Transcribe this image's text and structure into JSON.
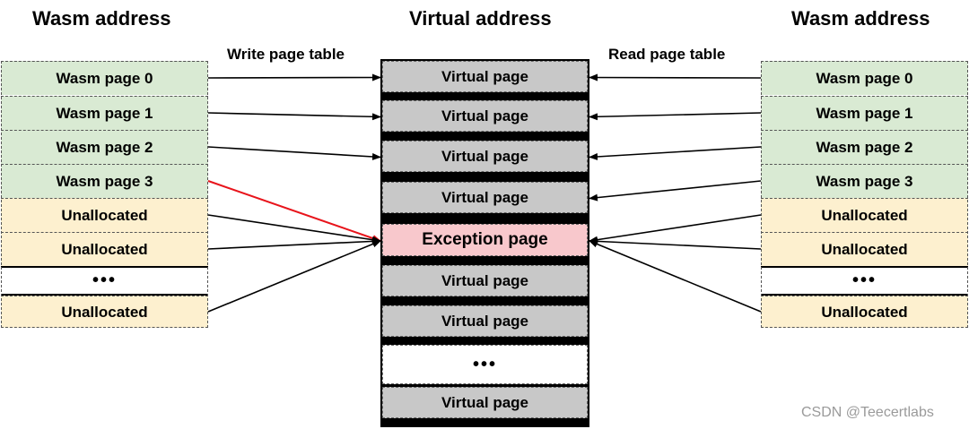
{
  "headings": {
    "left": "Wasm address",
    "middle": "Virtual address",
    "right": "Wasm address"
  },
  "edge_labels": {
    "write": "Write page table",
    "read": "Read page table"
  },
  "left_column": [
    {
      "label": "Wasm page 0",
      "kind": "alloc"
    },
    {
      "label": "Wasm page 1",
      "kind": "alloc"
    },
    {
      "label": "Wasm page 2",
      "kind": "alloc"
    },
    {
      "label": "Wasm page 3",
      "kind": "alloc"
    },
    {
      "label": "Unallocated",
      "kind": "unalloc"
    },
    {
      "label": "Unallocated",
      "kind": "unalloc"
    },
    {
      "label": "•••",
      "kind": "gap"
    },
    {
      "label": "Unallocated",
      "kind": "unalloc"
    }
  ],
  "right_column": [
    {
      "label": "Wasm page 0",
      "kind": "alloc"
    },
    {
      "label": "Wasm page 1",
      "kind": "alloc"
    },
    {
      "label": "Wasm page 2",
      "kind": "alloc"
    },
    {
      "label": "Wasm page 3",
      "kind": "alloc"
    },
    {
      "label": "Unallocated",
      "kind": "unalloc"
    },
    {
      "label": "Unallocated",
      "kind": "unalloc"
    },
    {
      "label": "•••",
      "kind": "gap"
    },
    {
      "label": "Unallocated",
      "kind": "unalloc"
    }
  ],
  "virtual_column": [
    {
      "label": "Virtual page",
      "kind": "virtual"
    },
    {
      "label": "Virtual page",
      "kind": "virtual"
    },
    {
      "label": "Virtual page",
      "kind": "virtual"
    },
    {
      "label": "Virtual page",
      "kind": "virtual"
    },
    {
      "label": "Exception page",
      "kind": "exception"
    },
    {
      "label": "Virtual page",
      "kind": "virtual"
    },
    {
      "label": "Virtual page",
      "kind": "virtual"
    },
    {
      "label": "•••",
      "kind": "vgap"
    },
    {
      "label": "Virtual page",
      "kind": "virtual"
    }
  ],
  "write_mappings": [
    {
      "from": 0,
      "to": 0,
      "color": "#000000"
    },
    {
      "from": 1,
      "to": 1,
      "color": "#000000"
    },
    {
      "from": 2,
      "to": 2,
      "color": "#000000"
    },
    {
      "from": 3,
      "to": 4,
      "color": "#e8141b"
    },
    {
      "from": 4,
      "to": 4,
      "color": "#000000"
    },
    {
      "from": 5,
      "to": 4,
      "color": "#000000"
    },
    {
      "from": 7,
      "to": 4,
      "color": "#000000"
    }
  ],
  "read_mappings": [
    {
      "from": 0,
      "to": 0,
      "color": "#000000"
    },
    {
      "from": 1,
      "to": 1,
      "color": "#000000"
    },
    {
      "from": 2,
      "to": 2,
      "color": "#000000"
    },
    {
      "from": 3,
      "to": 3,
      "color": "#000000"
    },
    {
      "from": 4,
      "to": 4,
      "color": "#000000"
    },
    {
      "from": 5,
      "to": 4,
      "color": "#000000"
    },
    {
      "from": 7,
      "to": 4,
      "color": "#000000"
    }
  ],
  "colors": {
    "allocated": "#d9ead3",
    "unallocated": "#fdf0cf",
    "virtual_page": "#c8c8c8",
    "exception_page": "#f8c8cc",
    "highlight_arrow": "#e8141b"
  },
  "watermark": "CSDN @Teecertlabs"
}
